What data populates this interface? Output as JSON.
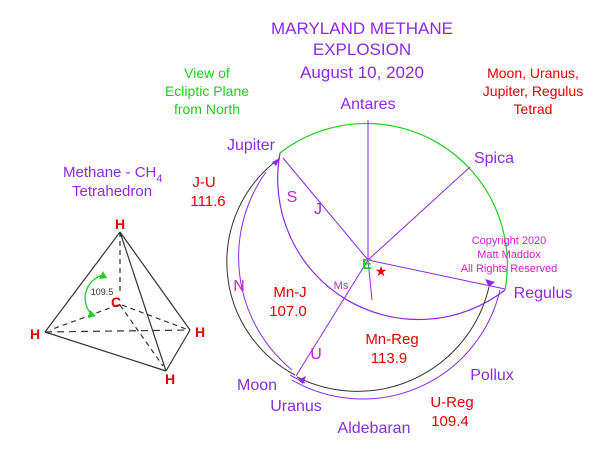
{
  "title": {
    "line1": "MARYLAND METHANE",
    "line2": "EXPLOSION",
    "date": "August 10, 2020"
  },
  "view_note": {
    "line1": "View of",
    "line2": "Ecliptic Plane",
    "line3": "from North"
  },
  "tetrad_note": {
    "line1": "Moon, Uranus,",
    "line2": "Jupiter, Regulus",
    "line3": "Tetrad"
  },
  "methane": {
    "line1": "Methane - CH",
    "subscript": "4",
    "line2": "Tetrahedron",
    "atom_h": "H",
    "atom_c": "C",
    "angle": "109.5"
  },
  "copyright": {
    "line1": "Copyright 2020",
    "line2": "Matt Maddox",
    "line3": "All Rights Reserved"
  },
  "stars": {
    "antares": "Antares",
    "spica": "Spica",
    "regulus": "Regulus",
    "pollux": "Pollux",
    "aldebaran": "Aldebaran"
  },
  "bodies": {
    "jupiter": "Jupiter",
    "moon": "Moon",
    "uranus": "Uranus",
    "earth": "E",
    "sun_marker": "★"
  },
  "inner_labels": {
    "s": "S",
    "j": "J",
    "n": "N",
    "u": "U",
    "ms": "Ms"
  },
  "angles": {
    "ju_label": "J-U",
    "ju_value": "111.6",
    "mnj_label": "Mn-J",
    "mnj_value": "107.0",
    "mnreg_label": "Mn-Reg",
    "mnreg_value": "113.9",
    "ureg_label": "U-Reg",
    "ureg_value": "109.4"
  },
  "colors": {
    "purple": "#8A2BE2",
    "red": "#E00000",
    "green": "#22CC22",
    "magenta": "#CC22CC",
    "line": "#333333"
  }
}
